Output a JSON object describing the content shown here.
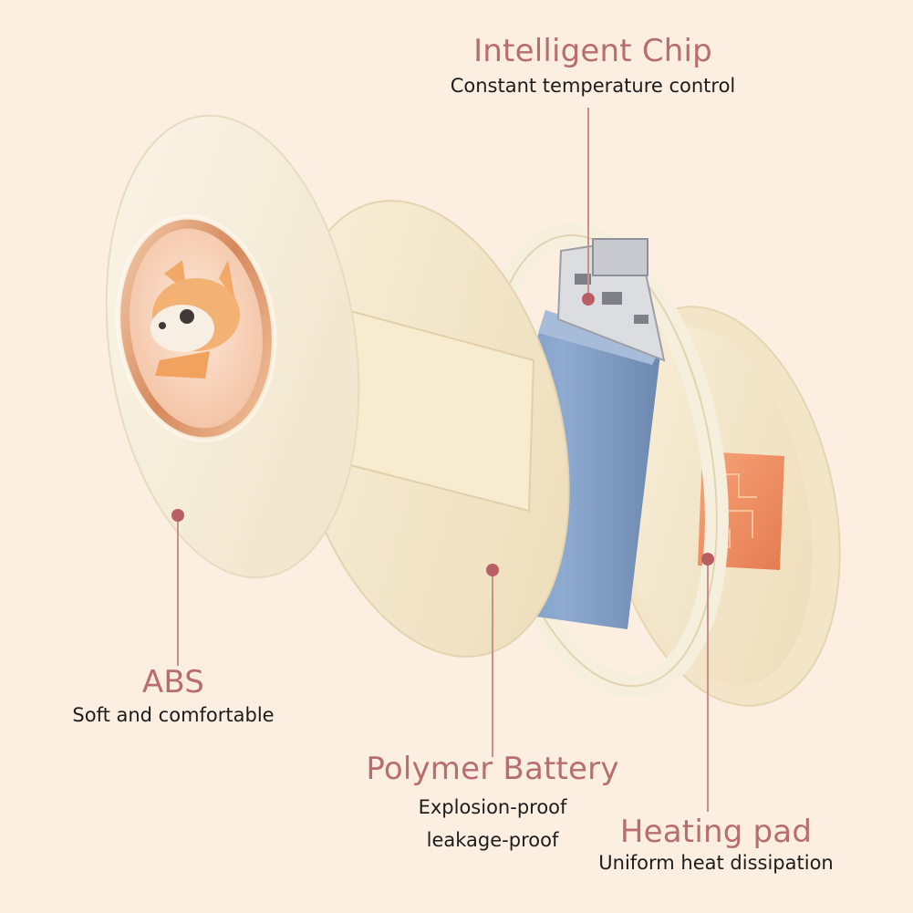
{
  "colors": {
    "background": "#fcefe2",
    "title": "#b96e6e",
    "body_text": "#1c1c1c",
    "leader_line": "#c98f8a",
    "marker": "#b75f62",
    "shell": "#f5ecd9",
    "battery": "#7f9cc1",
    "heating_pad": "#ee8f63"
  },
  "illustration": {
    "subject": "exploded view of a hand warmer with shell, battery, circuit board and heating pad"
  },
  "callouts": {
    "chip": {
      "title": "Intelligent Chip",
      "subtitle": "Constant temperature control"
    },
    "abs": {
      "title": "ABS",
      "subtitle": "Soft and comfortable"
    },
    "battery": {
      "title": "Polymer Battery",
      "line1": "Explosion-proof",
      "line2": "leakage-proof"
    },
    "heating": {
      "title": "Heating pad",
      "subtitle": "Uniform heat dissipation"
    }
  }
}
